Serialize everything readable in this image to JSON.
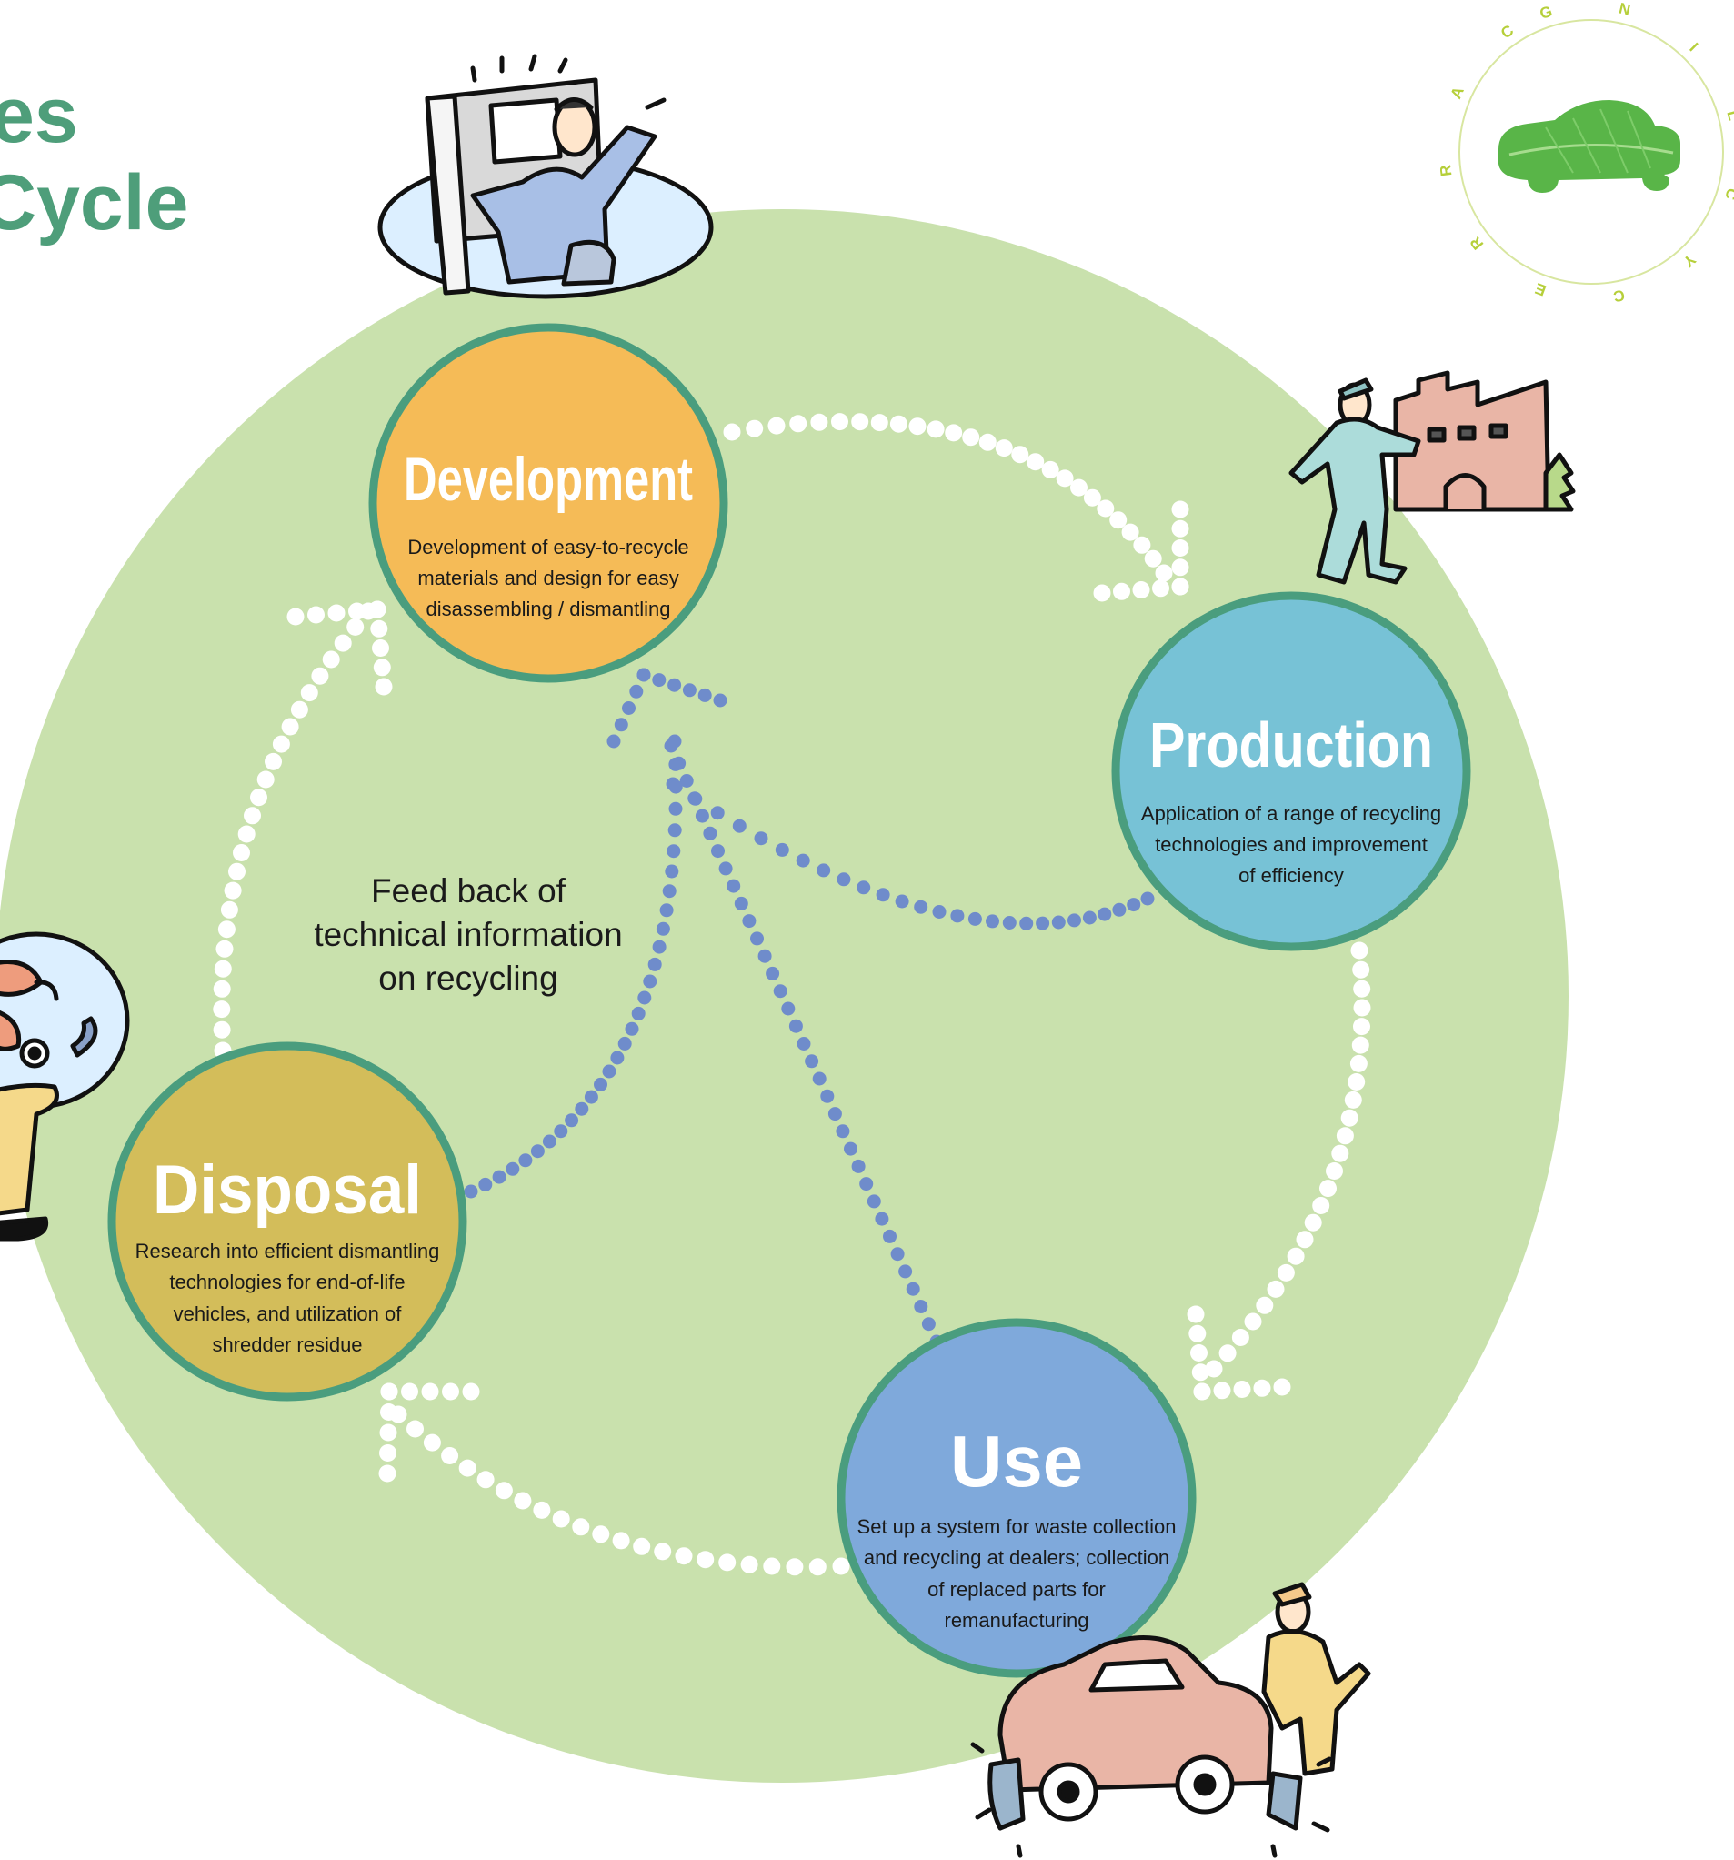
{
  "title": {
    "lines": [
      "es",
      "Cycle"
    ]
  },
  "logo": {
    "letters": [
      "G",
      "N",
      "I",
      "L",
      "C",
      "Y",
      "C",
      "E",
      "R",
      "R",
      "A",
      "C"
    ],
    "icon": "green-leaf-car-icon"
  },
  "stages": [
    {
      "id": "development",
      "title": "Development",
      "lines": [
        "Development of easy-to-recycle",
        "materials and design for easy",
        "disassembling / dismantling"
      ],
      "color": "#f5bb57",
      "icon": "designer-at-drawing-board-icon"
    },
    {
      "id": "production",
      "title": "Production",
      "lines": [
        "Application of a range of recycling",
        "technologies and improvement",
        "of efficiency"
      ],
      "color": "#77c2d6",
      "icon": "worker-at-factory-icon"
    },
    {
      "id": "use",
      "title": "Use",
      "lines": [
        "Set up a system for waste collection",
        "and recycling at dealers; collection",
        "of replaced parts for",
        "remanufacturing"
      ],
      "color": "#7fa9db",
      "icon": "mechanic-with-car-icon"
    },
    {
      "id": "disposal",
      "title": "Disposal",
      "lines": [
        "Research into efficient dismantling",
        "technologies for end-of-life",
        "vehicles, and utilization of",
        "shredder residue"
      ],
      "color": "#d3bd5a",
      "icon": "person-holding-parts-plate-icon"
    }
  ],
  "feedback": {
    "lines": [
      "Feed back of",
      "technical information",
      "on recycling"
    ]
  },
  "colors": {
    "background_circle": "#c9e1ad",
    "stage_border": "#4a9d7e",
    "cycle_dots": "#ffffff",
    "feedback_dots": "#6f8ccb",
    "title": "#4e9e7a",
    "logo_ring": "#d8e6a0",
    "logo_letters": "#b6cf3a"
  }
}
